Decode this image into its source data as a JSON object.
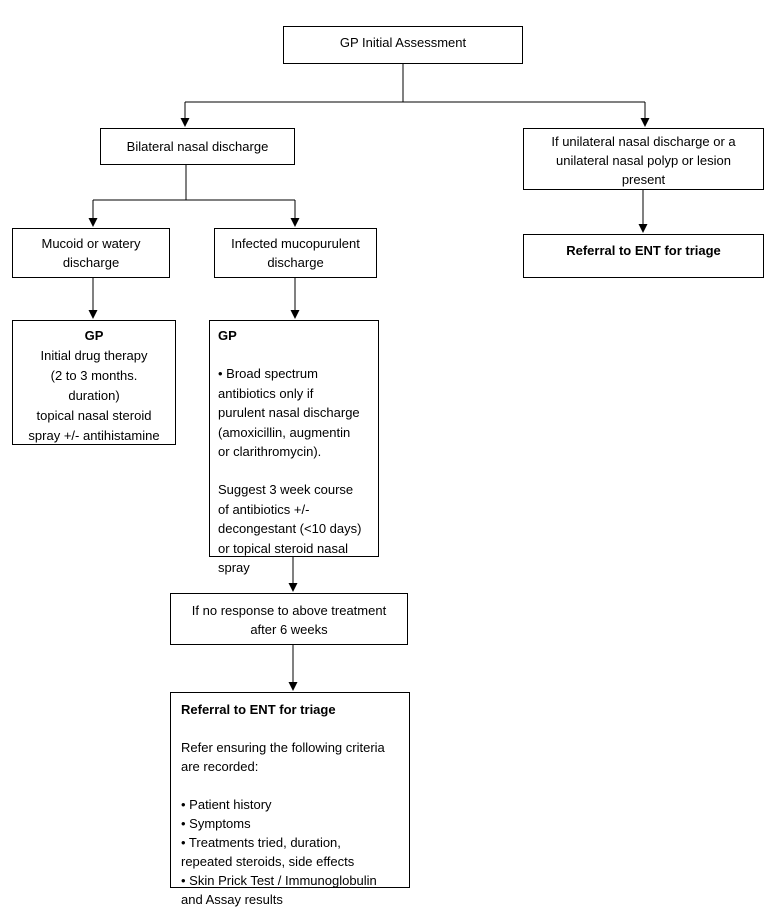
{
  "colors": {
    "background": "#ffffff",
    "border": "#000000",
    "text": "#000000",
    "connector": "#000000"
  },
  "nodes": {
    "gp_initial": {
      "lines": [
        "GP Initial Assessment"
      ]
    },
    "bilateral": {
      "lines": [
        "Bilateral nasal discharge"
      ]
    },
    "unilateral": {
      "lines": [
        "If unilateral nasal discharge or a",
        "unilateral nasal polyp or lesion",
        "present"
      ]
    },
    "ent_right": {
      "lines": [
        "Referral to ENT for triage"
      ]
    },
    "mucoid": {
      "lines": [
        "Mucoid or watery",
        "discharge"
      ]
    },
    "infected": {
      "lines": [
        "Infected mucopurulent",
        "discharge"
      ]
    },
    "gp_left": {
      "title": "GP",
      "lines": [
        "Initial drug therapy",
        "(2 to 3 months.",
        "duration)",
        "topical nasal steroid",
        "spray +/- antihistamine"
      ]
    },
    "gp_mid": {
      "title": "GP",
      "para1": [
        "• Broad spectrum",
        "antibiotics only if",
        "purulent nasal discharge",
        "(amoxicillin, augmentin",
        "or clarithromycin)."
      ],
      "para2": [
        "Suggest 3 week course",
        "of antibiotics +/-",
        "decongestant (<10 days)",
        "or topical steroid nasal",
        "spray"
      ]
    },
    "no_response": {
      "lines": [
        "If no response to above treatment",
        "after 6 weeks"
      ]
    },
    "ent_final": {
      "title": "Referral to ENT for triage",
      "intro": [
        "Refer ensuring the following criteria",
        "are recorded:"
      ],
      "bullets": [
        "• Patient history",
        "• Symptoms",
        "• Treatments tried, duration,",
        "repeated steroids, side effects",
        "• Skin Prick Test / Immunoglobulin",
        "and Assay results"
      ]
    }
  }
}
